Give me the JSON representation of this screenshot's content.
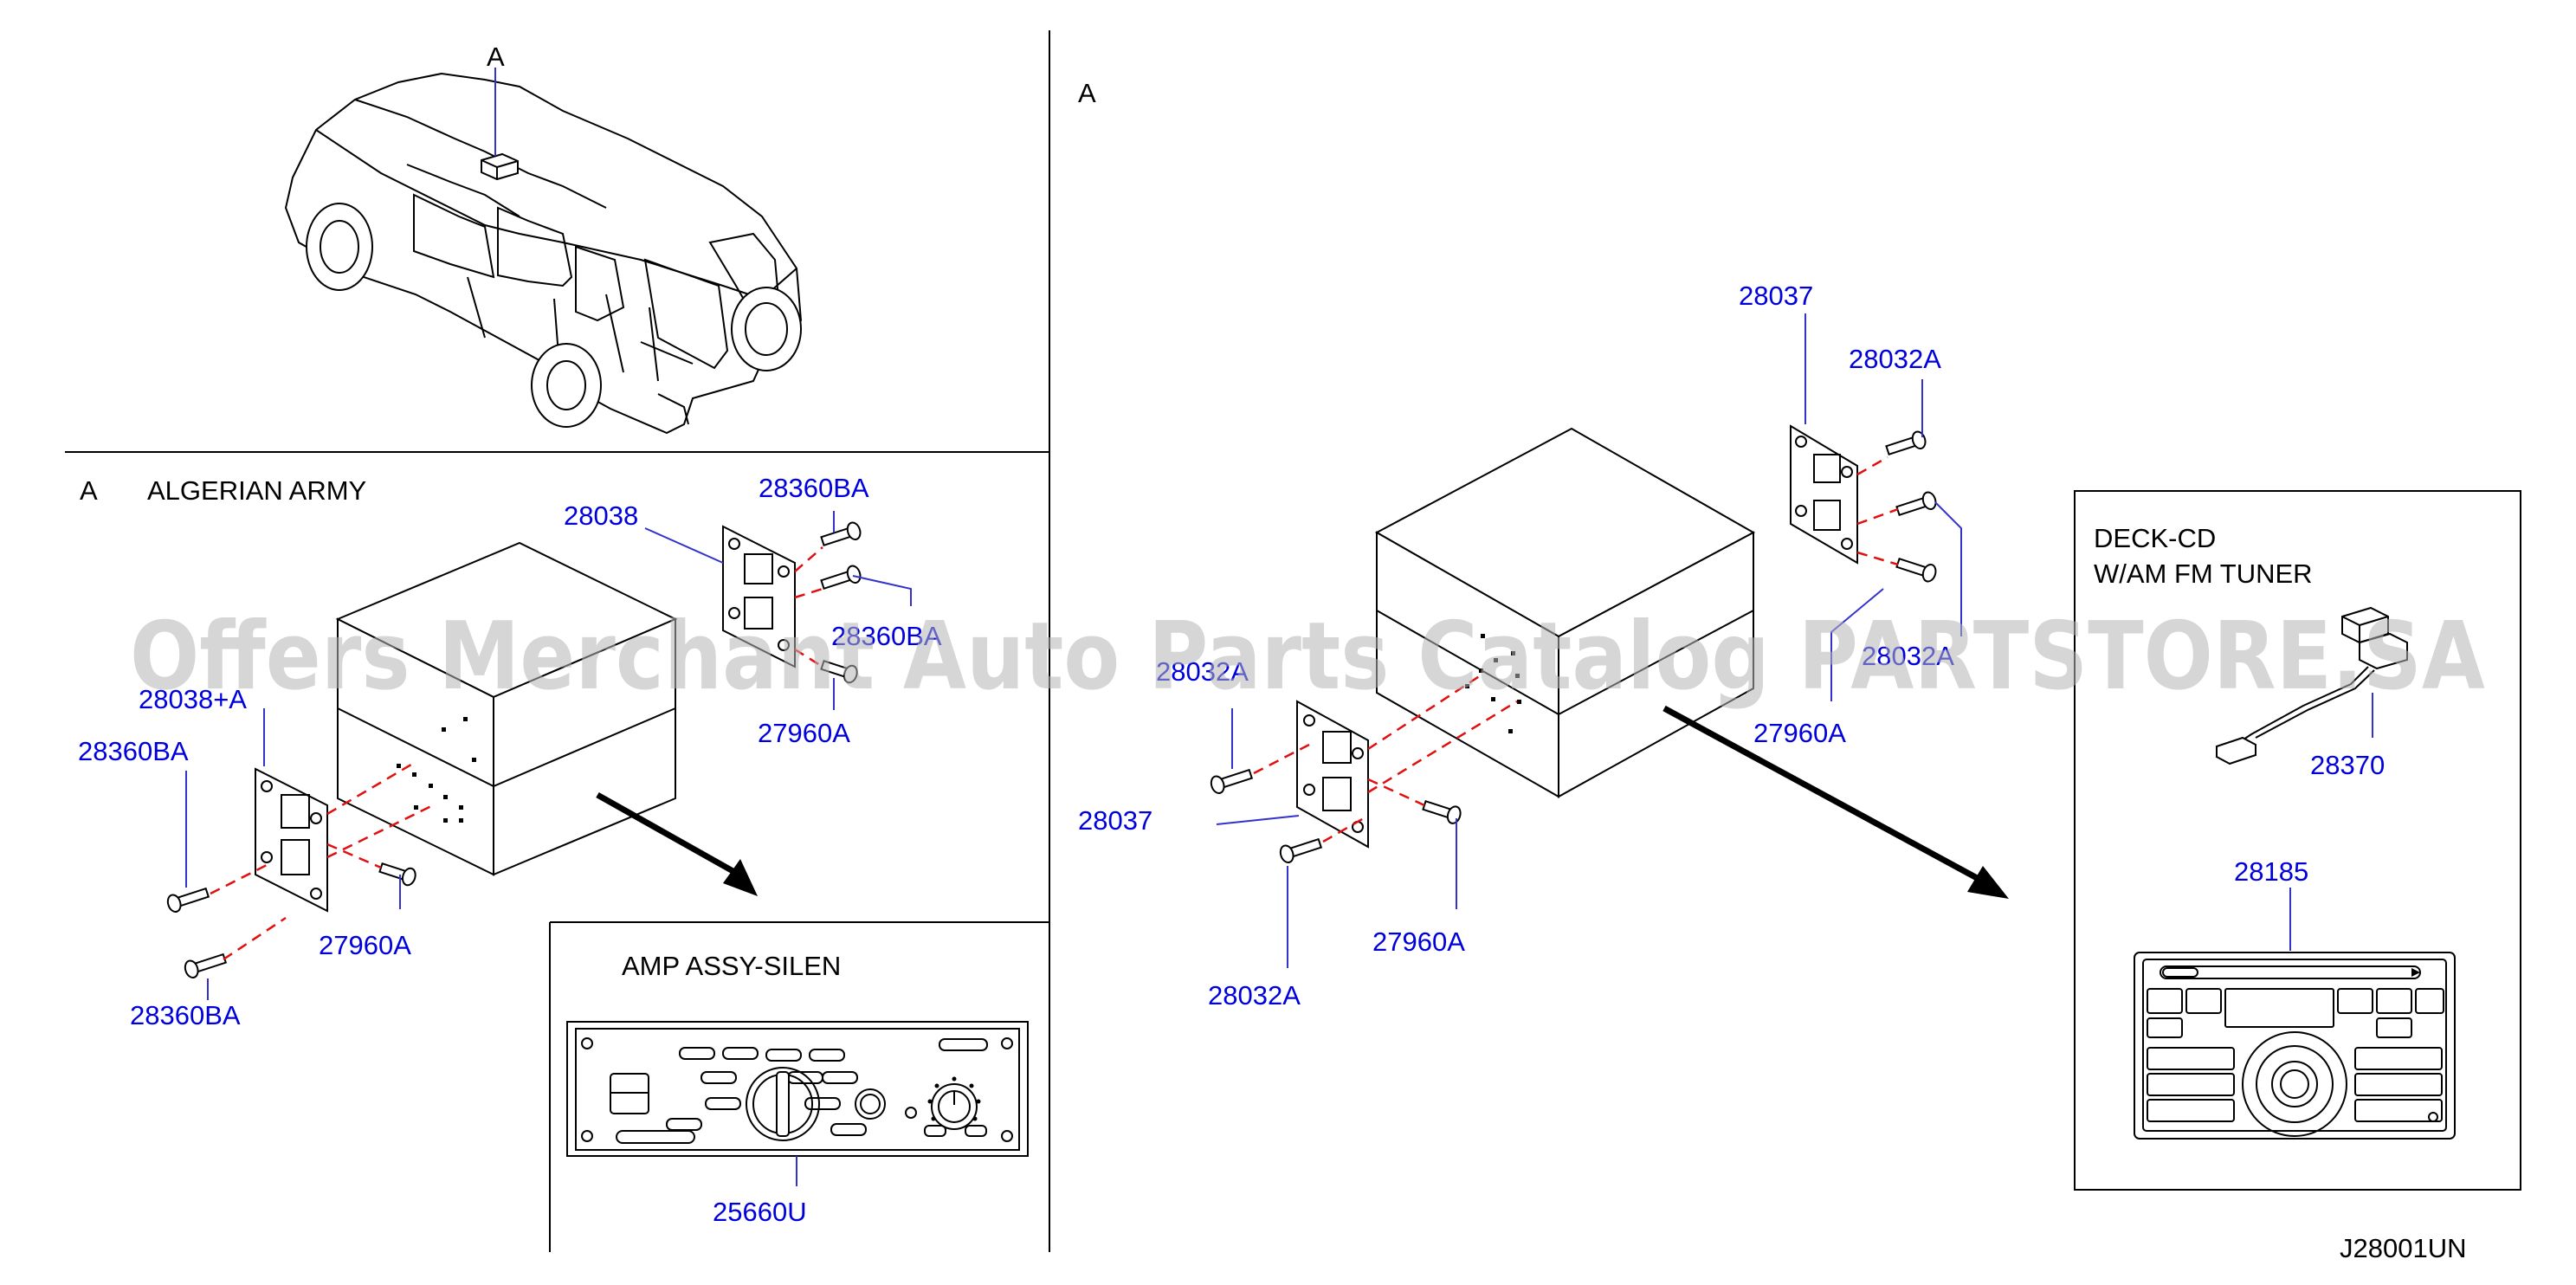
{
  "diagram": {
    "view_labels": {
      "top_left": "A",
      "left_section": "A",
      "right_section": "A"
    },
    "sections": {
      "algerian_army": "ALGERIAN   ARMY",
      "amp": "AMP   ASSY-SILEN",
      "deck_line1": "DECK-CD",
      "deck_line2": "W/AM   FM   TUNER"
    },
    "parts_left": {
      "p28038": "28038",
      "p28360BA_top": "28360BA",
      "p28360BA_mid": "28360BA",
      "p27960A_top": "27960A",
      "p28038A": "28038+A",
      "p28360BA_left": "28360BA",
      "p27960A_left": "27960A",
      "p28360BA_bottom": "28360BA"
    },
    "parts_amp": {
      "p25660U": "25660U"
    },
    "parts_right": {
      "p28037_top": "28037",
      "p28032A_top": "28032A",
      "p28032A_mid": "28032A",
      "p27960A_right": "27960A",
      "p28032A_left": "28032A",
      "p28037_left": "28037",
      "p27960A_bottom": "27960A",
      "p28032A_bottom": "28032A"
    },
    "parts_deck": {
      "p28370": "28370",
      "p28185": "28185"
    },
    "drawing_code": "J28001UN",
    "watermark": "Offers Merchant Auto Parts Catalog PARTSTORE.SA"
  },
  "colors": {
    "label": "#0000dd",
    "line": "#000000",
    "dash": "#e01010",
    "leader": "#3333cc",
    "watermark": "#b5b5b5"
  },
  "icons": [
    "vehicle-illustration",
    "radio-box",
    "mounting-bracket",
    "screw",
    "amplifier-panel",
    "cd-deck-head-unit",
    "tuner-harness"
  ]
}
